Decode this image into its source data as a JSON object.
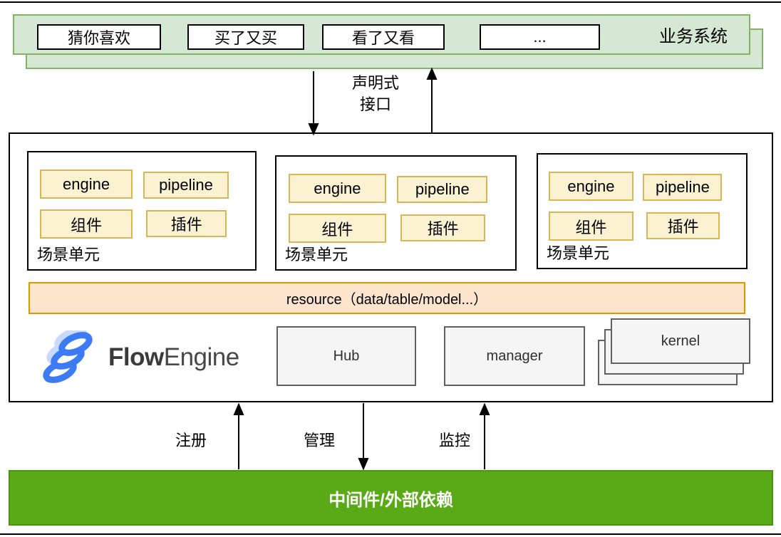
{
  "business_layer": {
    "label": "业务系统",
    "items": [
      "猜你喜欢",
      "买了又买",
      "看了又看",
      "..."
    ]
  },
  "interface_connector": {
    "label_line1": "声明式",
    "label_line2": "接口"
  },
  "engine_box": {
    "scene_units": [
      {
        "label": "场景单元",
        "boxes": [
          "engine",
          "pipeline",
          "组件",
          "插件"
        ]
      },
      {
        "label": "场景单元",
        "boxes": [
          "engine",
          "pipeline",
          "组件",
          "插件"
        ]
      },
      {
        "label": "场景单元",
        "boxes": [
          "engine",
          "pipeline",
          "组件",
          "插件"
        ]
      }
    ],
    "resource_label": "resource（data/table/model...）",
    "logo": {
      "bold": "Flow",
      "light": "Engine"
    },
    "hub_label": "Hub",
    "manager_label": "manager",
    "kernel_label": "kernel"
  },
  "bottom_connectors": {
    "register": "注册",
    "manage": "管理",
    "monitor": "监控"
  },
  "infra_bar": {
    "label": "中间件/外部依赖"
  },
  "colors": {
    "banner_fill": "#D5E8D4",
    "banner_border": "#82B366",
    "unit_box_fill": "#FBF2D1",
    "unit_box_border": "#D6B656",
    "resource_fill": "#FCE5CC",
    "resource_border": "#D79B00",
    "gray_fill": "#F5F5F5",
    "gray_border": "#616161",
    "infra_fill": "#5AAA17",
    "infra_border": "#4D9412",
    "logo_blue": "#3D7BF5"
  }
}
